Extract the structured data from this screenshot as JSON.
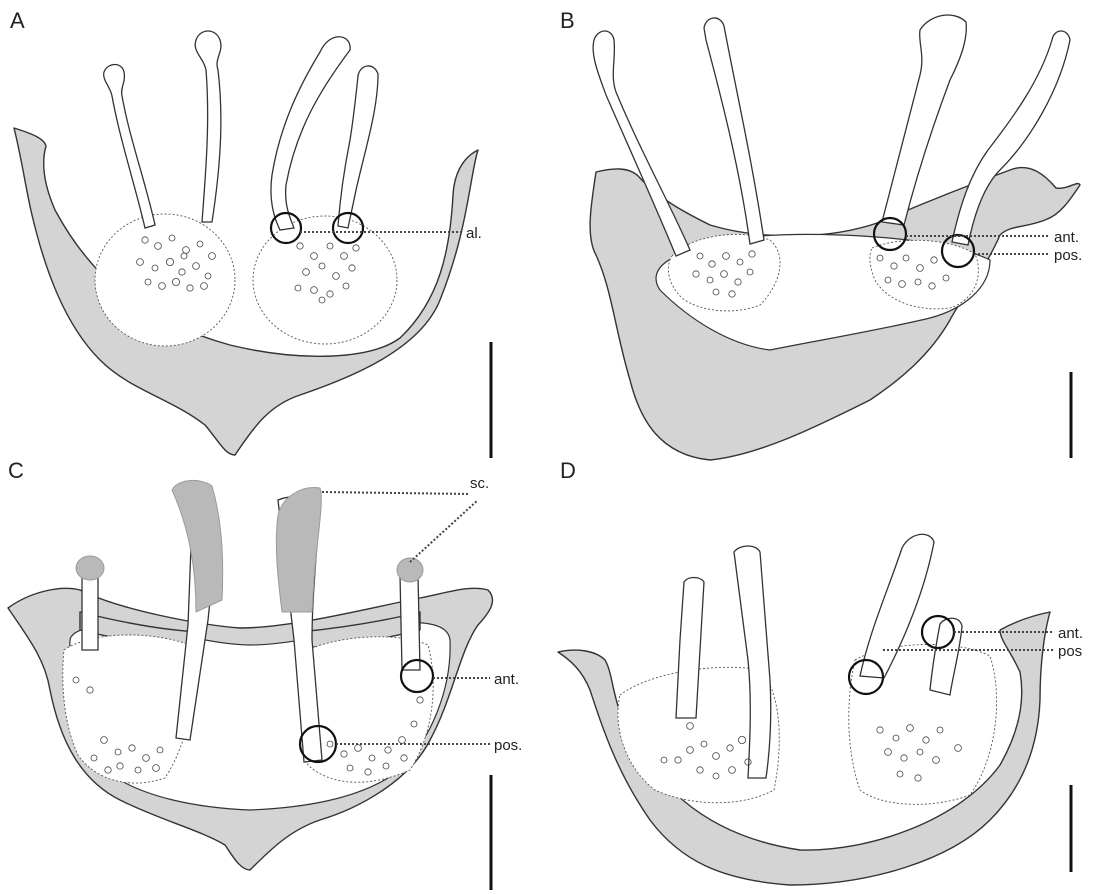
{
  "panels": {
    "a": {
      "letter": "A",
      "labels": {
        "al": "al."
      }
    },
    "b": {
      "letter": "B",
      "labels": {
        "ant": "ant.",
        "pos": "pos."
      }
    },
    "c": {
      "letter": "C",
      "labels": {
        "sc": "sc.",
        "ant": "ant.",
        "pos": "pos."
      }
    },
    "d": {
      "letter": "D",
      "labels": {
        "ant": "ant.",
        "pos": "pos"
      }
    }
  },
  "colors": {
    "plate_fill": "#d4d4d4",
    "outline": "#333333",
    "scale_bar": "#111111"
  }
}
